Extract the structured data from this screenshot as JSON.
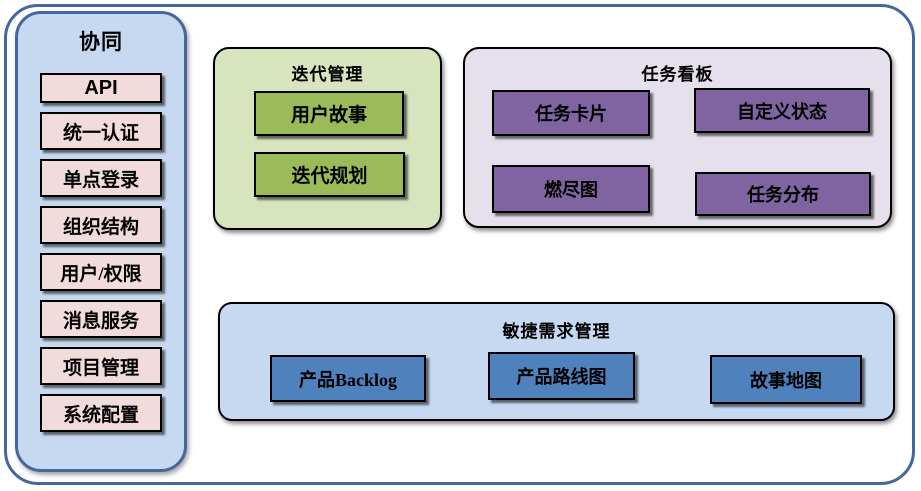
{
  "sidebar": {
    "title": "协同",
    "items": [
      "API",
      "统一认证",
      "单点登录",
      "组织结构",
      "用户/权限",
      "消息服务",
      "项目管理",
      "系统配置"
    ]
  },
  "panels": {
    "iteration": {
      "title": "迭代管理",
      "items": [
        "用户故事",
        "迭代规划"
      ]
    },
    "kanban": {
      "title": "任务看板",
      "items": [
        "任务卡片",
        "自定义状态",
        "燃尽图",
        "任务分布"
      ]
    },
    "requirements": {
      "title": "敏捷需求管理",
      "items": [
        "产品Backlog",
        "产品路线图",
        "故事地图"
      ]
    }
  },
  "colors": {
    "frame_border": "#44689D",
    "sidebar_fill": "#C6D9F1",
    "sidebar_border": "#44689D",
    "sidebar_item_fill": "#F2DCDB",
    "iteration_panel_fill": "#D7E4BD",
    "iteration_item_fill": "#9BBB59",
    "kanban_panel_fill": "#E5E0EC",
    "kanban_item_fill": "#8064A2",
    "requirements_panel_fill": "#C6D9F1",
    "requirements_item_fill": "#4F81BD",
    "item_border": "#000000"
  }
}
